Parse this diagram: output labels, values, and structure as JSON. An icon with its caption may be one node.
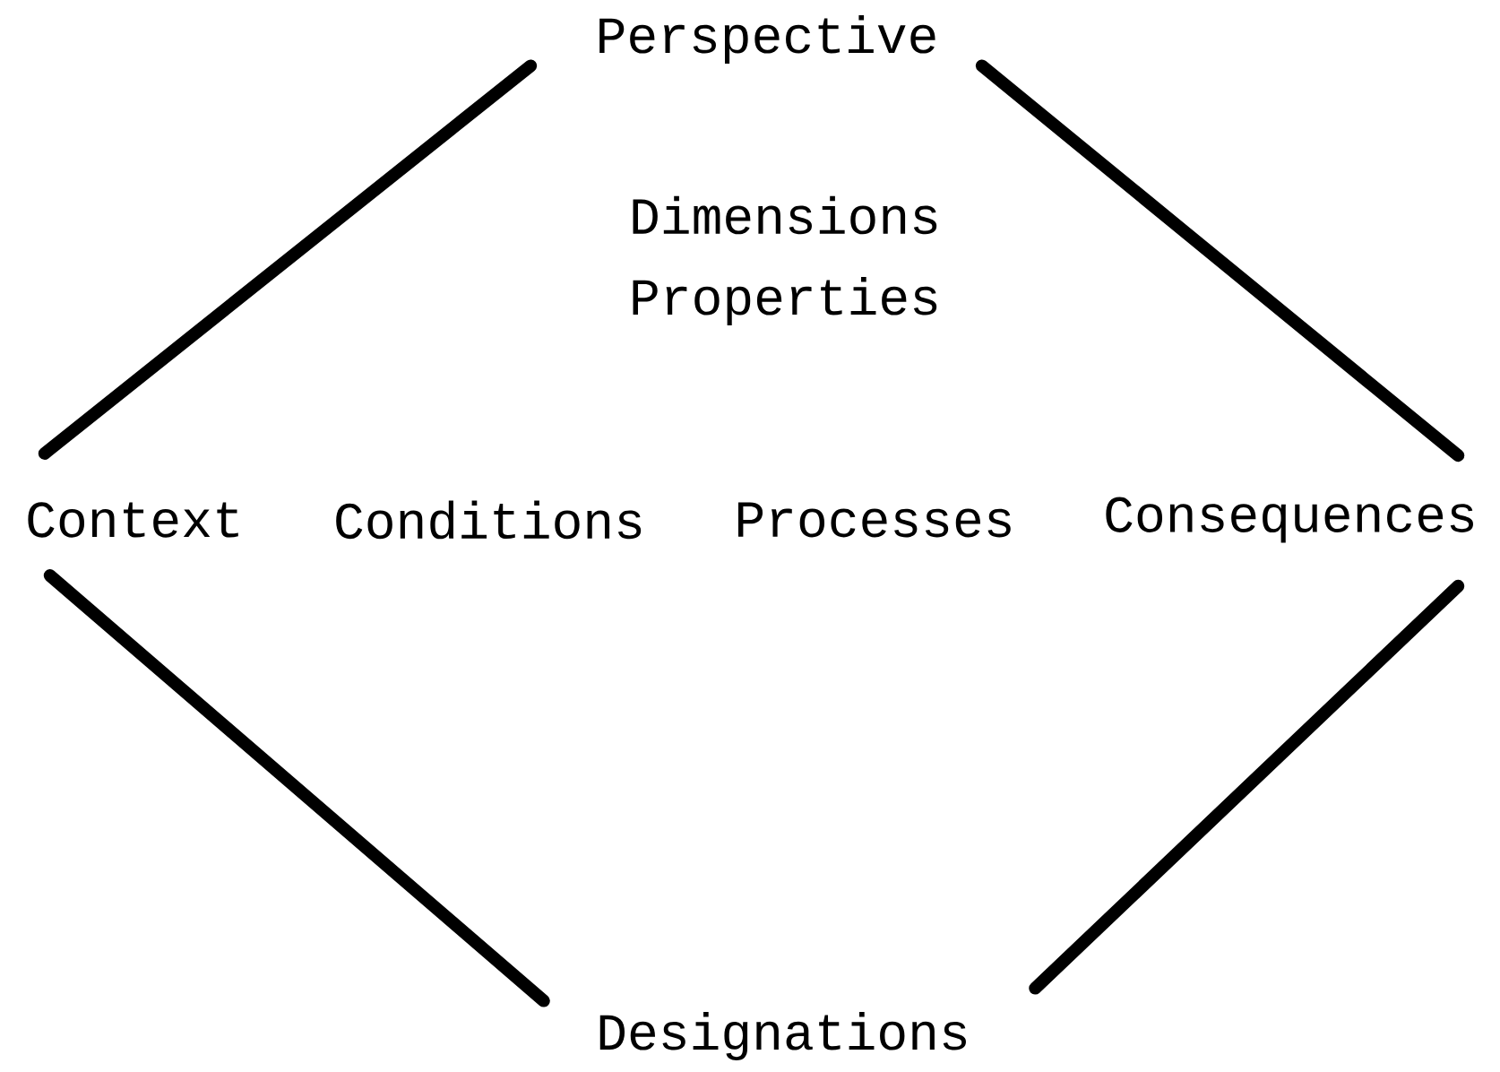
{
  "diagram": {
    "nodes": [
      {
        "text": [
          "Perspective"
        ]
      },
      {
        "text": [
          "Context"
        ]
      },
      {
        "text": [
          "Consequences"
        ]
      },
      {
        "text": [
          "Designations"
        ]
      }
    ],
    "edges": [
      {
        "from": 0,
        "to": 1,
        "arrow": "none"
      },
      {
        "from": 0,
        "to": 2,
        "arrow": "none"
      },
      {
        "from": 1,
        "to": 3,
        "arrow": "none"
      },
      {
        "from": 2,
        "to": 3,
        "arrow": "none"
      }
    ],
    "labels": [
      "Dimensions",
      "Properties",
      "Conditions",
      "Processes"
    ]
  }
}
